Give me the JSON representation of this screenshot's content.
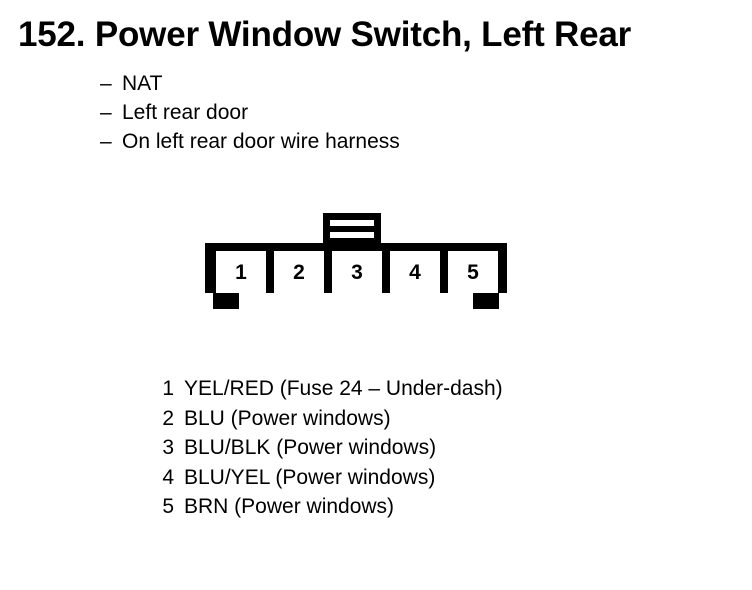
{
  "title": "152. Power Window Switch, Left Rear",
  "notes": {
    "dash": "–",
    "items": [
      "NAT",
      "Left rear door",
      "On left rear door wire harness"
    ]
  },
  "connector": {
    "type": "5-cavity connector face view",
    "cavity_labels": [
      "1",
      "2",
      "3",
      "4",
      "5"
    ],
    "outline_color": "#000000",
    "fill_color": "#ffffff"
  },
  "legend": {
    "rows": [
      {
        "pin": "1",
        "text": "YEL/RED (Fuse 24 – Under-dash)"
      },
      {
        "pin": "2",
        "text": "BLU (Power windows)"
      },
      {
        "pin": "3",
        "text": "BLU/BLK (Power windows)"
      },
      {
        "pin": "4",
        "text": "BLU/YEL (Power windows)"
      },
      {
        "pin": "5",
        "text": "BRN (Power windows)"
      }
    ]
  }
}
